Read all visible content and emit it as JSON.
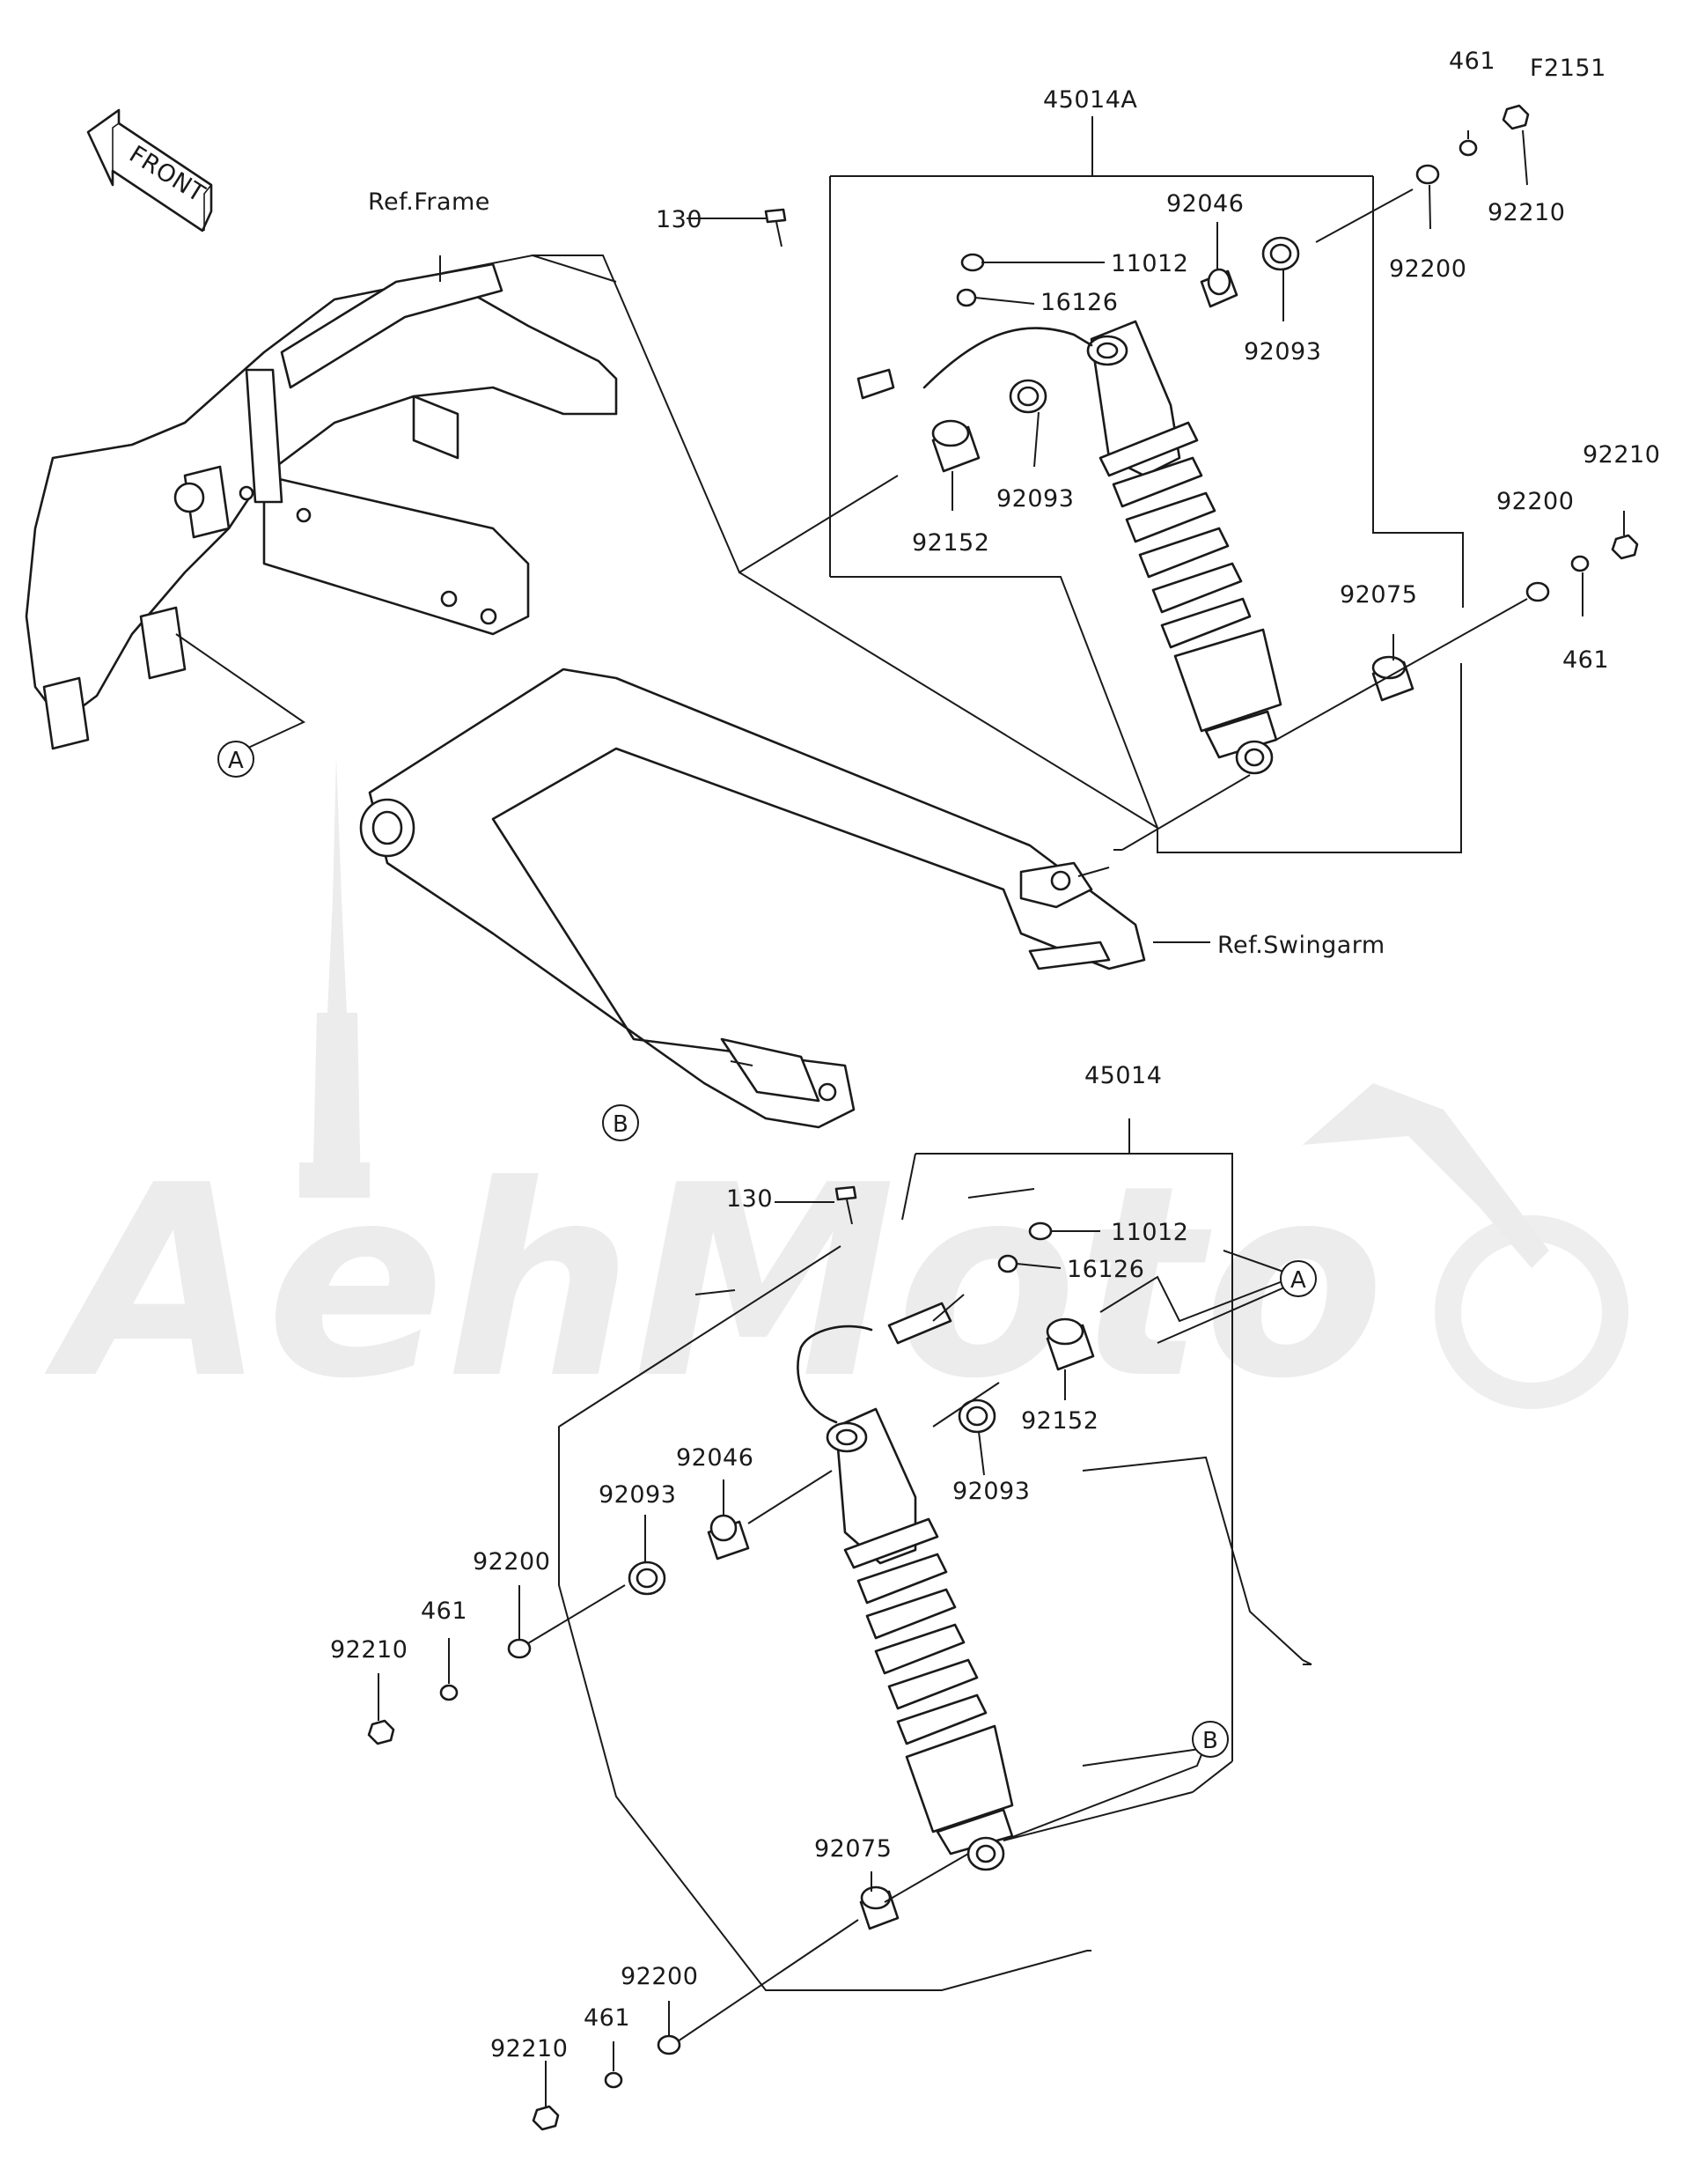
{
  "front_arrow": {
    "label": "FRONT"
  },
  "references": {
    "frame": "Ref.Frame",
    "swingarm": "Ref.Swingarm"
  },
  "callouts": {
    "a": "A",
    "b": "B"
  },
  "watermark": {
    "text": "AehMoto"
  },
  "assembly_upper": {
    "number": "45014A",
    "parts": {
      "bolt": "130",
      "cap": "11012",
      "nipple": "16126",
      "bearing": "92046",
      "seal_top": "92093",
      "seal_mid": "92093",
      "collar_top": "92152",
      "collar_bottom": "92075",
      "washer_top": "92200",
      "washer_bottom": "92200",
      "lockwasher_top": "461",
      "lockwasher_bottom": "461",
      "nut_top": "92210",
      "nut_bottom": "92210",
      "fastener_code": "F2151"
    }
  },
  "assembly_lower": {
    "number": "45014",
    "parts": {
      "bolt": "130",
      "cap": "11012",
      "nipple": "16126",
      "collar_top": "92152",
      "seal_right": "92093",
      "bearing": "92046",
      "seal_left": "92093",
      "washer_top": "92200",
      "lockwasher_top": "461",
      "nut_top": "92210",
      "collar_bottom": "92075",
      "washer_bottom": "92200",
      "lockwasher_bottom": "461",
      "nut_bottom": "92210"
    }
  }
}
